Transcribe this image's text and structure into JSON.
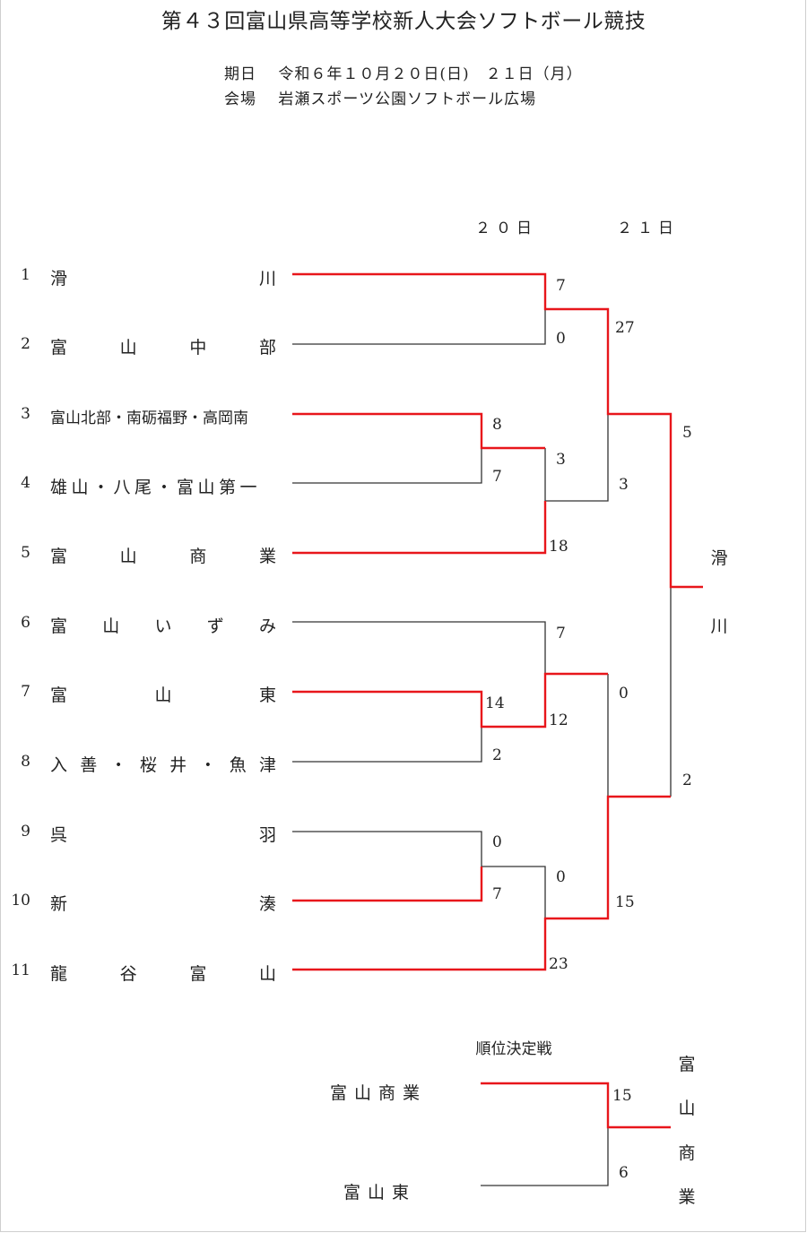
{
  "title": "第４３回富山県高等学校新人大会ソフトボール競技",
  "date_line": "期日　 令和６年１０月２０日(日)　２１日（月）",
  "venue_line": "会場　 岩瀬スポーツ公園ソフトボール広場",
  "day_headers": [
    "２０日",
    "２１日"
  ],
  "teams": [
    {
      "seed": "1",
      "chars": [
        "滑",
        "川"
      ]
    },
    {
      "seed": "2",
      "chars": [
        "富",
        "山",
        "中",
        "部"
      ]
    },
    {
      "seed": "3",
      "name": "富山北部・南砺福野・高岡南"
    },
    {
      "seed": "4",
      "name": "雄山・八尾・富山第一"
    },
    {
      "seed": "5",
      "chars": [
        "富",
        "山",
        "商",
        "業"
      ]
    },
    {
      "seed": "6",
      "chars": [
        "富",
        "山",
        "い",
        "ず",
        "み"
      ]
    },
    {
      "seed": "7",
      "chars": [
        "富",
        "山",
        "東"
      ]
    },
    {
      "seed": "8",
      "chars": [
        "入",
        "善",
        "・",
        "桜",
        "井",
        "・",
        "魚",
        "津"
      ]
    },
    {
      "seed": "9",
      "chars": [
        "呉",
        "羽"
      ]
    },
    {
      "seed": "10",
      "chars": [
        "新",
        "湊"
      ]
    },
    {
      "seed": "11",
      "chars": [
        "龍",
        "谷",
        "富",
        "山"
      ]
    }
  ],
  "scores": {
    "g1_top": "7",
    "g1_bot": "0",
    "g2_top": "8",
    "g2_bot": "7",
    "g3_top": "3",
    "g3_bot": "18",
    "g4_top": "14",
    "g4_bot": "2",
    "g5_top": "7",
    "g5_bot": "12",
    "g6_top": "0",
    "g6_bot": "7",
    "g7_top": "0",
    "g7_bot": "23",
    "sf1_top": "27",
    "sf1_bot": "3",
    "sf2_top": "0",
    "sf2_bot": "15",
    "f_top": "5",
    "f_bot": "2"
  },
  "champion": [
    "滑",
    "川"
  ],
  "classification": {
    "header": "順位決定戦",
    "team_top": "富山商業",
    "team_bot": "富山東",
    "score_top": "15",
    "score_bot": "6",
    "winner": [
      "富",
      "山",
      "商",
      "業"
    ]
  },
  "colors": {
    "winner_line": "#e8161b",
    "loser_line": "#333333"
  }
}
